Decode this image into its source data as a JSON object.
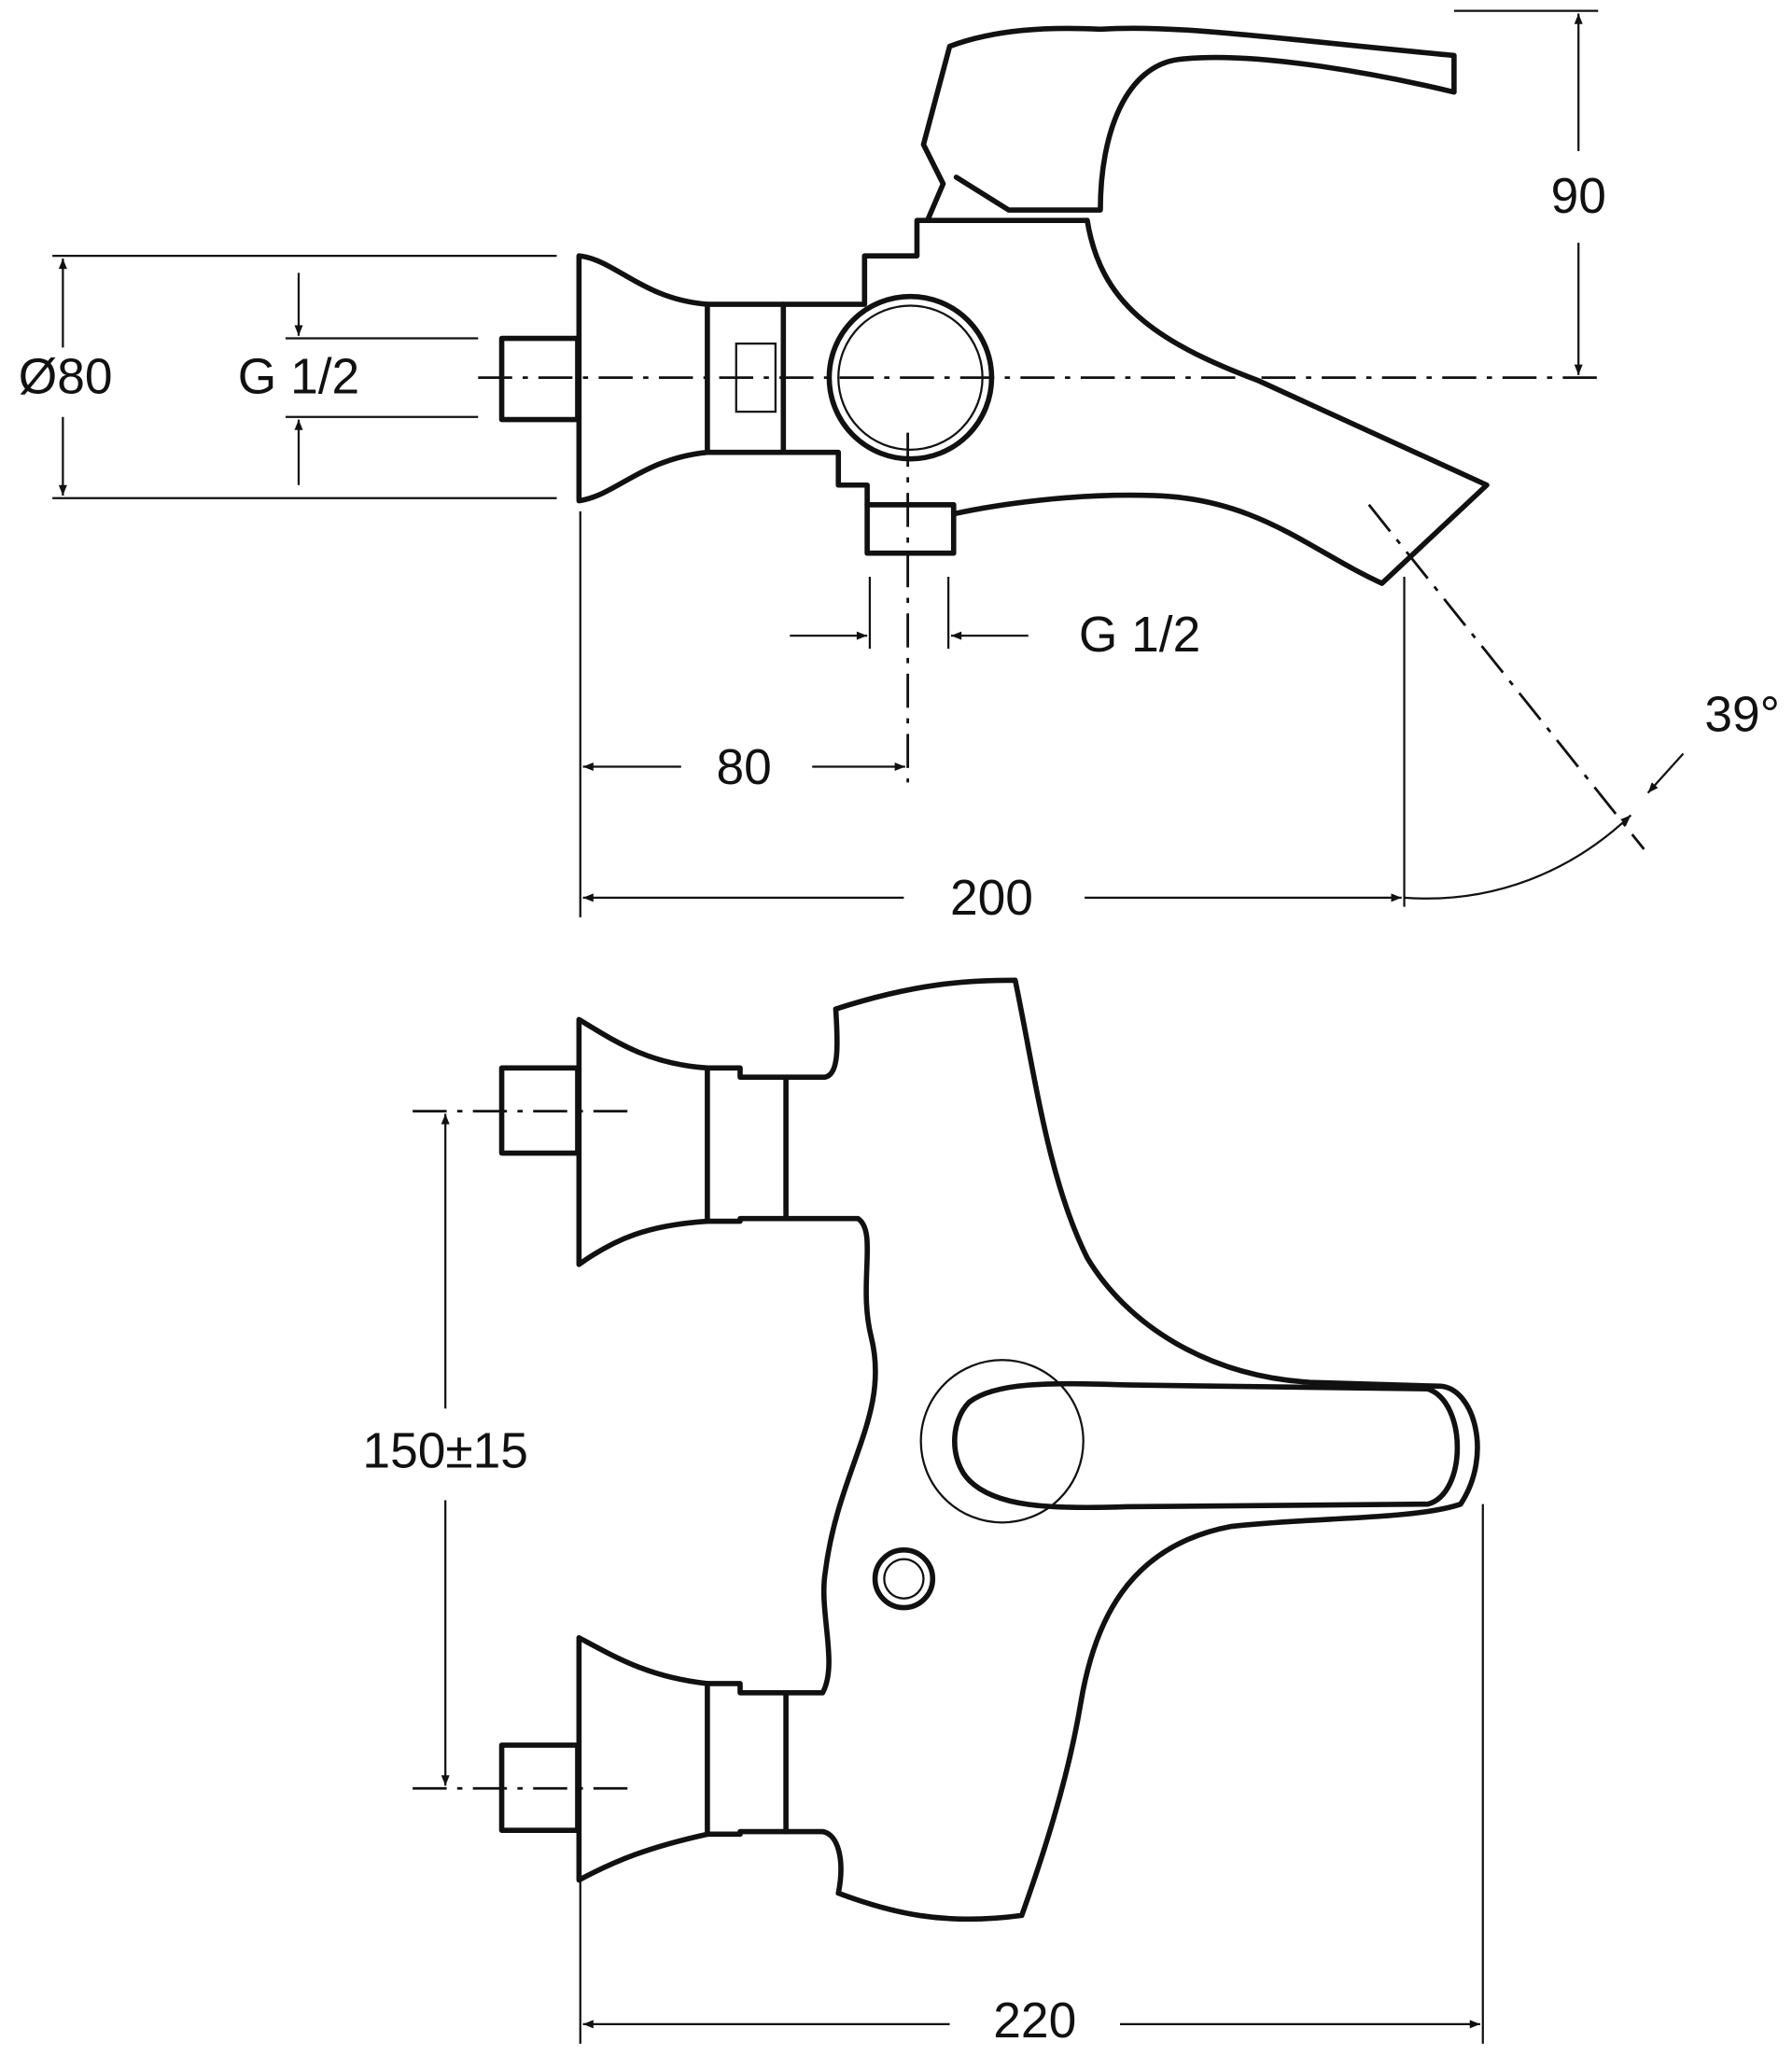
{
  "side_view": {
    "flange_diameter": "Ø80",
    "inlet_thread": "G 1/2",
    "outlet_thread": "G 1/2",
    "height_above_axis": "90",
    "outlet_offset": "80",
    "projection": "200",
    "spout_angle": "39°"
  },
  "top_view": {
    "inlet_spacing": "150±15",
    "overall_projection": "220"
  },
  "colors": {
    "line": "#111111",
    "background": "#ffffff"
  }
}
